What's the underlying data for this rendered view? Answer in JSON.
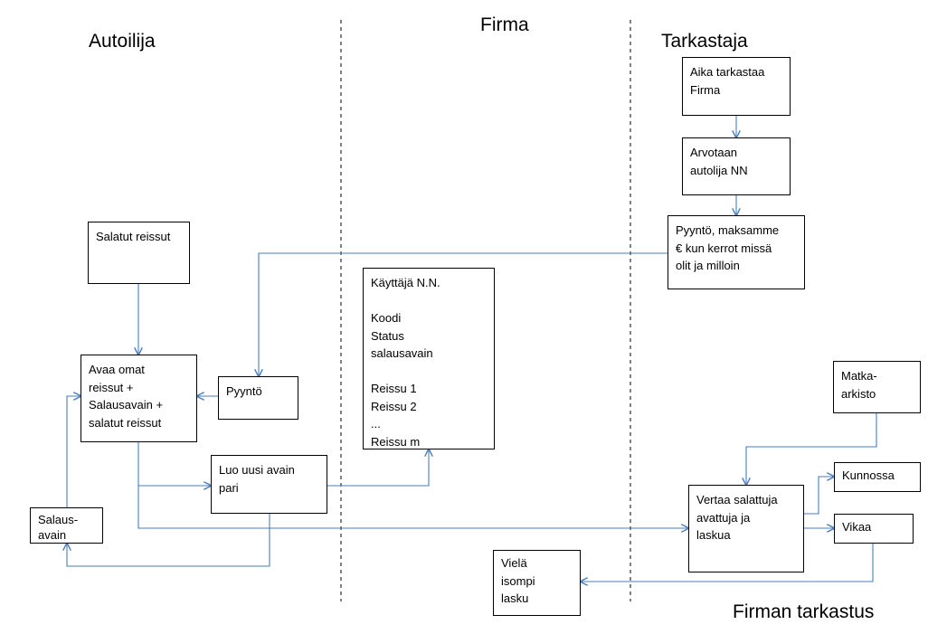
{
  "lanes": {
    "autoilija": "Autoilija",
    "firma": "Firma",
    "tarkastaja": "Tarkastaja"
  },
  "section": {
    "firman_tarkastus": "Firman tarkastus"
  },
  "boxes": {
    "aika_tarkastaa": [
      "Aika tarkastaa",
      "Firma"
    ],
    "arvotaan": [
      "Arvotaan",
      "autolija NN"
    ],
    "pyynto_maksamme": [
      "Pyyntö, maksamme",
      "€ kun kerrot missä",
      "olit ja milloin"
    ],
    "salatut_reissut": [
      "Salatut reissut"
    ],
    "kayttaja": [
      "Käyttäjä N.N.",
      "",
      "Koodi",
      "Status",
      "salausavain",
      "",
      "Reissu 1",
      "Reissu 2",
      "...",
      "Reissu m"
    ],
    "avaa_omat": [
      "Avaa omat",
      "reissut +",
      "Salausavain +",
      "salatut reissut"
    ],
    "pyynto": [
      "Pyyntö"
    ],
    "luo_uusi": [
      "Luo uusi avain",
      "pari"
    ],
    "salausavain": [
      "Salaus-",
      "avain"
    ],
    "matka_arkisto": [
      "Matka-",
      "arkisto"
    ],
    "vertaa": [
      "Vertaa salattuja",
      "avattuja ja",
      "laskua"
    ],
    "kunnossa": [
      "Kunnossa"
    ],
    "vikaa": [
      "Vikaa"
    ],
    "viela_isompi": [
      "Vielä",
      "isompi",
      "lasku"
    ]
  },
  "colors": {
    "connector": "#4a7ebb",
    "divider": "#000000"
  }
}
